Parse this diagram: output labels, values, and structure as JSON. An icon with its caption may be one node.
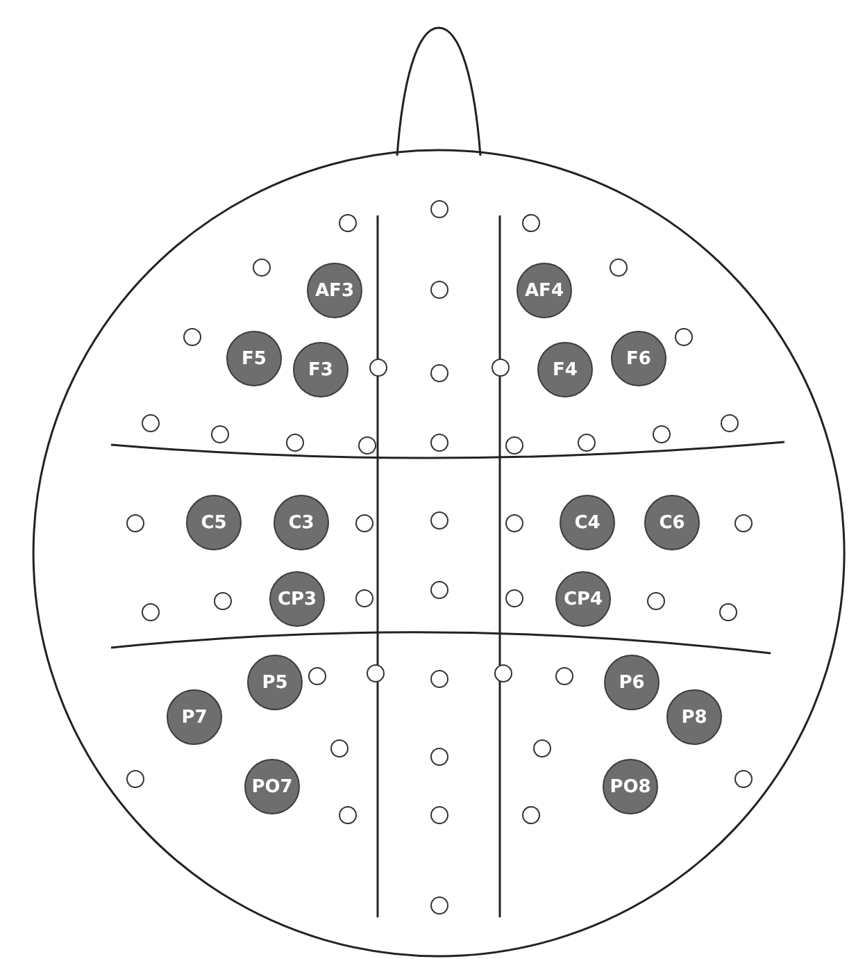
{
  "diagram": {
    "nodes": [
      {
        "text": [],
        "shape": "circle"
      },
      {
        "text": [],
        "shape": "circle"
      },
      {
        "text": [],
        "shape": "circle"
      },
      {
        "text": [],
        "shape": "circle"
      },
      {
        "text": [
          "AF3"
        ]
      },
      {
        "text": [],
        "shape": "circle"
      },
      {
        "text": [
          "AF4"
        ]
      },
      {
        "text": [],
        "shape": "circle"
      },
      {
        "text": [],
        "shape": "circle"
      },
      {
        "text": [
          "F5"
        ]
      },
      {
        "text": [
          "F3"
        ]
      },
      {
        "text": [],
        "shape": "circle"
      },
      {
        "text": [],
        "shape": "circle"
      },
      {
        "text": [],
        "shape": "circle"
      },
      {
        "text": [
          "F4"
        ]
      },
      {
        "text": [
          "F6"
        ]
      },
      {
        "text": [],
        "shape": "circle"
      },
      {
        "text": [],
        "shape": "circle"
      },
      {
        "text": [],
        "shape": "circle"
      },
      {
        "text": [],
        "shape": "circle"
      },
      {
        "text": [],
        "shape": "circle"
      },
      {
        "text": [],
        "shape": "circle"
      },
      {
        "text": [],
        "shape": "circle"
      },
      {
        "text": [],
        "shape": "circle"
      },
      {
        "text": [],
        "shape": "circle"
      },
      {
        "text": [],
        "shape": "circle"
      },
      {
        "text": [],
        "shape": "circle"
      },
      {
        "text": [
          "C5"
        ]
      },
      {
        "text": [
          "C3"
        ]
      },
      {
        "text": [],
        "shape": "circle"
      },
      {
        "text": [],
        "shape": "circle"
      },
      {
        "text": [],
        "shape": "circle"
      },
      {
        "text": [
          "C4"
        ]
      },
      {
        "text": [
          "C6"
        ]
      },
      {
        "text": [],
        "shape": "circle"
      },
      {
        "text": [],
        "shape": "circle"
      },
      {
        "text": [],
        "shape": "circle"
      },
      {
        "text": [
          "CP3"
        ]
      },
      {
        "text": [],
        "shape": "circle"
      },
      {
        "text": [],
        "shape": "circle"
      },
      {
        "text": [],
        "shape": "circle"
      },
      {
        "text": [
          "CP4"
        ]
      },
      {
        "text": [],
        "shape": "circle"
      },
      {
        "text": [],
        "shape": "circle"
      },
      {
        "text": [
          "P5"
        ]
      },
      {
        "text": [],
        "shape": "circle"
      },
      {
        "text": [],
        "shape": "circle"
      },
      {
        "text": [],
        "shape": "circle"
      },
      {
        "text": [],
        "shape": "circle"
      },
      {
        "text": [],
        "shape": "circle"
      },
      {
        "text": [
          "P6"
        ]
      },
      {
        "text": [
          "P7"
        ]
      },
      {
        "text": [
          "P8"
        ]
      },
      {
        "text": [],
        "shape": "circle"
      },
      {
        "text": [],
        "shape": "circle"
      },
      {
        "text": [],
        "shape": "circle"
      },
      {
        "text": [],
        "shape": "circle"
      },
      {
        "text": [
          "PO7"
        ]
      },
      {
        "text": [
          "PO8"
        ]
      },
      {
        "text": [],
        "shape": "circle"
      },
      {
        "text": [],
        "shape": "circle"
      },
      {
        "text": [],
        "shape": "circle"
      },
      {
        "text": [],
        "shape": "circle"
      },
      {
        "text": [],
        "shape": "circle"
      }
    ]
  }
}
